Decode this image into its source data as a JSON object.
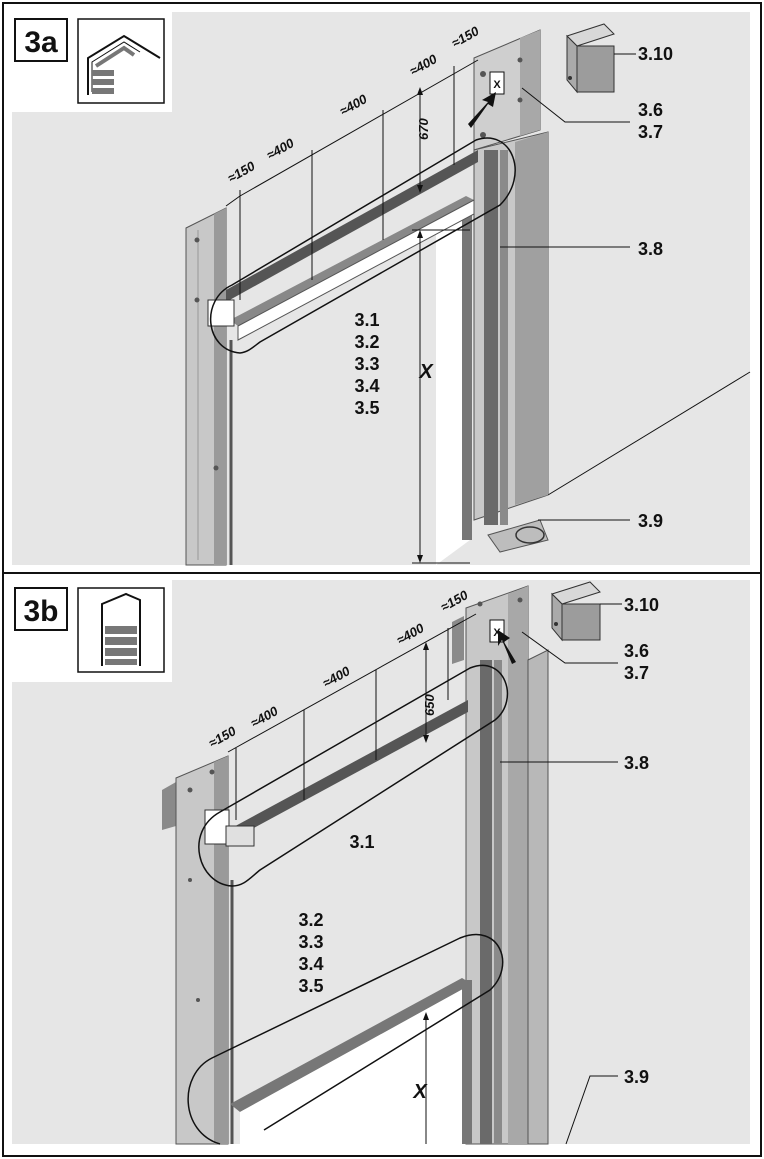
{
  "panel_a": {
    "badge": "3a",
    "dimensions": {
      "d150_left": "≈150",
      "d400_1": "≈400",
      "d400_2": "≈400",
      "d400_3": "≈400",
      "d150_right": "≈150",
      "height": "670",
      "x": "X"
    },
    "parts": {
      "p3_1": "3.1",
      "p3_2": "3.2",
      "p3_3": "3.3",
      "p3_4": "3.4",
      "p3_5": "3.5",
      "p3_6": "3.6",
      "p3_7": "3.7",
      "p3_8": "3.8",
      "p3_9": "3.9",
      "p3_10": "3.10"
    },
    "marker": "X"
  },
  "panel_b": {
    "badge": "3b",
    "dimensions": {
      "d150_left": "≈150",
      "d400_1": "≈400",
      "d400_2": "≈400",
      "d400_3": "≈400",
      "d150_right": "≈150",
      "height": "650",
      "x": "X"
    },
    "parts": {
      "p3_1": "3.1",
      "p3_2": "3.2",
      "p3_3": "3.3",
      "p3_4": "3.4",
      "p3_5": "3.5",
      "p3_6": "3.6",
      "p3_7": "3.7",
      "p3_8": "3.8",
      "p3_9": "3.9",
      "p3_10": "3.10"
    },
    "marker": "X"
  },
  "colors": {
    "background": "#e6e6e6",
    "frame": "#c8c8c8",
    "frame_dark": "#8a8a8a",
    "rail": "#555555",
    "line": "#111111"
  }
}
